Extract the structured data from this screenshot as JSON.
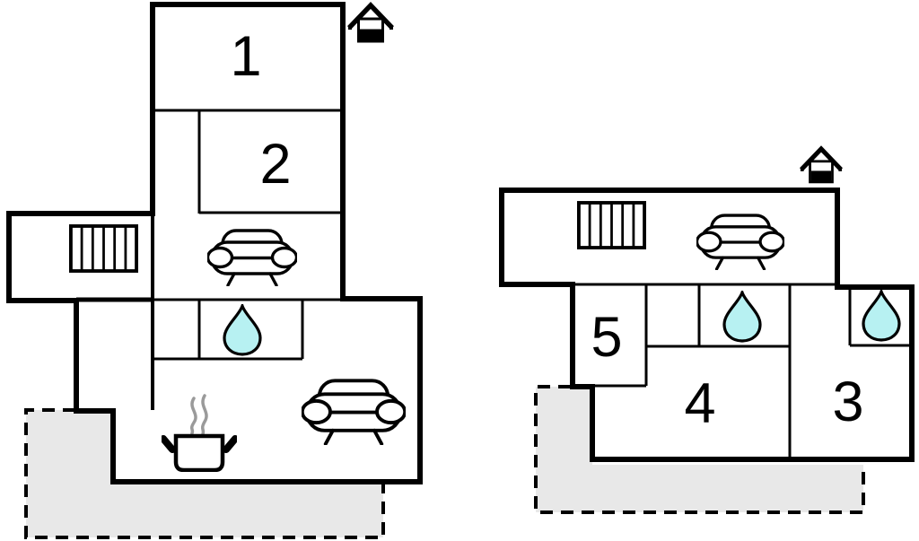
{
  "figure": {
    "kind": "floor-plan",
    "buildings_count": 2
  },
  "rooms": {
    "room1": "1",
    "room2": "2",
    "room3": "3",
    "room4": "4",
    "room5": "5"
  },
  "colors": {
    "wall": "#000000",
    "background": "#ffffff",
    "terrace": "#e8e8e8",
    "water_drop": "#b7f1f2",
    "steam": "#9a9a9a",
    "furniture": "#000000"
  },
  "icons": {
    "house": "entrance-house-icon",
    "sofa": "sofa-icon",
    "radiator": "radiator-icon",
    "water_drop": "water-drop-icon",
    "cooking_pot": "cooking-pot-icon",
    "steam": "steam-icon"
  }
}
